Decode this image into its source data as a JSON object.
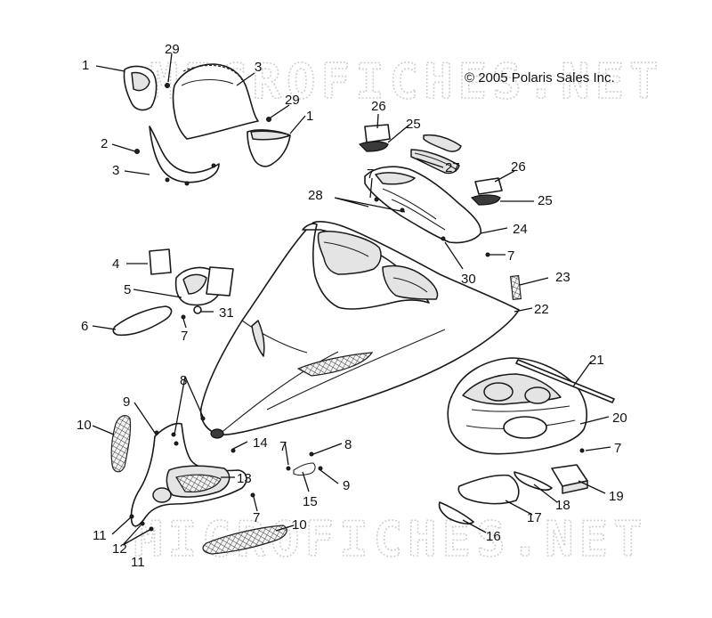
{
  "copyright": "© 2005 Polaris Sales Inc.",
  "watermark": "MICROFICHES.NET",
  "callouts": {
    "c1a": "1",
    "c1b": "1",
    "c2": "2",
    "c3a": "3",
    "c3b": "3",
    "c4": "4",
    "c5": "5",
    "c6": "6",
    "c7a": "7",
    "c7b": "7",
    "c7c": "7",
    "c7d": "7",
    "c7e": "7",
    "c7f": "7",
    "c8a": "8",
    "c8b": "8",
    "c9a": "9",
    "c9b": "9",
    "c10a": "10",
    "c10b": "10",
    "c11a": "11",
    "c11b": "11",
    "c12": "12",
    "c13": "13",
    "c14": "14",
    "c15": "15",
    "c16": "16",
    "c17": "17",
    "c18": "18",
    "c19": "19",
    "c20": "20",
    "c21": "21",
    "c22": "22",
    "c23": "23",
    "c24": "24",
    "c25a": "25",
    "c25b": "25",
    "c26a": "26",
    "c26b": "26",
    "c27": "27",
    "c28": "28",
    "c29a": "29",
    "c29b": "29",
    "c30": "30",
    "c31": "31"
  }
}
